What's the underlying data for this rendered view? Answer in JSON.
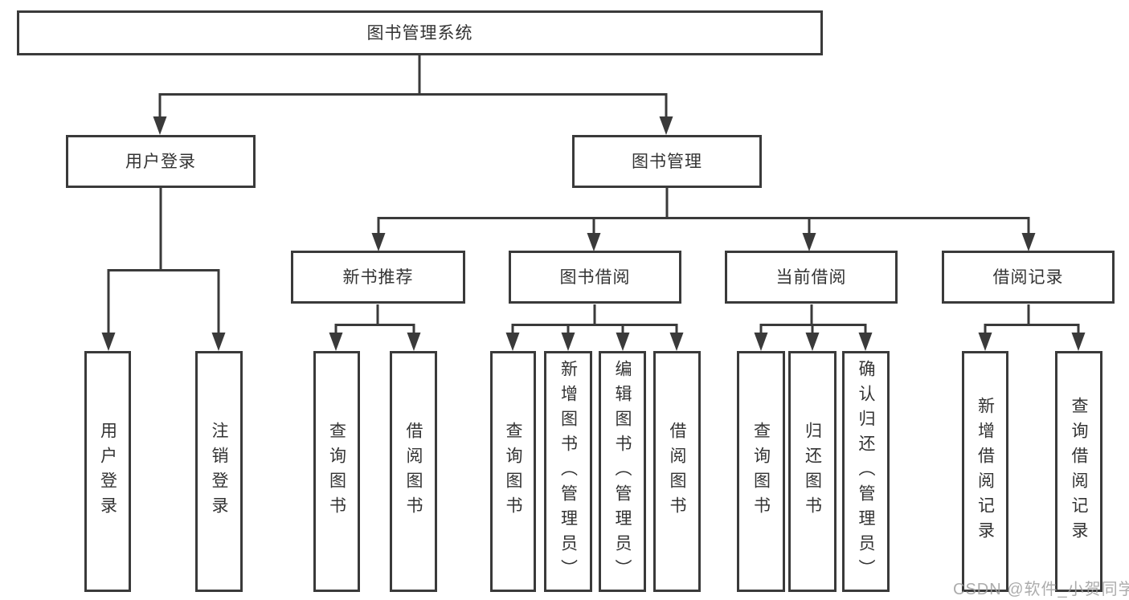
{
  "diagram": {
    "title_node": {
      "label": "图书管理系统"
    },
    "level1": [
      {
        "id": "user-login",
        "label": "用户登录"
      },
      {
        "id": "book-management",
        "label": "图书管理"
      }
    ],
    "level2": [
      {
        "id": "new-book-recommend",
        "label": "新书推荐",
        "parent": "图书管理"
      },
      {
        "id": "book-borrow",
        "label": "图书借阅",
        "parent": "图书管理"
      },
      {
        "id": "current-borrow",
        "label": "当前借阅",
        "parent": "图书管理"
      },
      {
        "id": "borrow-records",
        "label": "借阅记录",
        "parent": "图书管理"
      }
    ],
    "leaves": [
      {
        "id": "leaf-user-login",
        "label": "用户登录",
        "parent": "用户登录"
      },
      {
        "id": "leaf-logout",
        "label": "注销登录",
        "parent": "用户登录"
      },
      {
        "id": "leaf-query-book-1",
        "label": "查询图书",
        "parent": "新书推荐"
      },
      {
        "id": "leaf-borrow-book-1",
        "label": "借阅图书",
        "parent": "新书推荐"
      },
      {
        "id": "leaf-query-book-2",
        "label": "查询图书",
        "parent": "图书借阅"
      },
      {
        "id": "leaf-add-book",
        "label": "新增图书（管理员）",
        "parent": "图书借阅"
      },
      {
        "id": "leaf-edit-book",
        "label": "编辑图书（管理员）",
        "parent": "图书借阅"
      },
      {
        "id": "leaf-borrow-book-2",
        "label": "借阅图书",
        "parent": "图书借阅"
      },
      {
        "id": "leaf-query-book-3",
        "label": "查询图书",
        "parent": "当前借阅"
      },
      {
        "id": "leaf-return-book",
        "label": "归还图书",
        "parent": "当前借阅"
      },
      {
        "id": "leaf-confirm-return",
        "label": "确认归还（管理员）",
        "parent": "当前借阅"
      },
      {
        "id": "leaf-add-borrow-record",
        "label": "新增借阅记录",
        "parent": "借阅记录"
      },
      {
        "id": "leaf-query-borrow-record",
        "label": "查询借阅记录",
        "parent": "借阅记录"
      }
    ]
  },
  "watermark": {
    "text": "CSDN @软件_小贺同学"
  },
  "colors": {
    "line": "#3a3a3a",
    "border": "#3a3a3a",
    "text": "#333333",
    "watermark": "#9e9e9e",
    "background": "#ffffff"
  }
}
